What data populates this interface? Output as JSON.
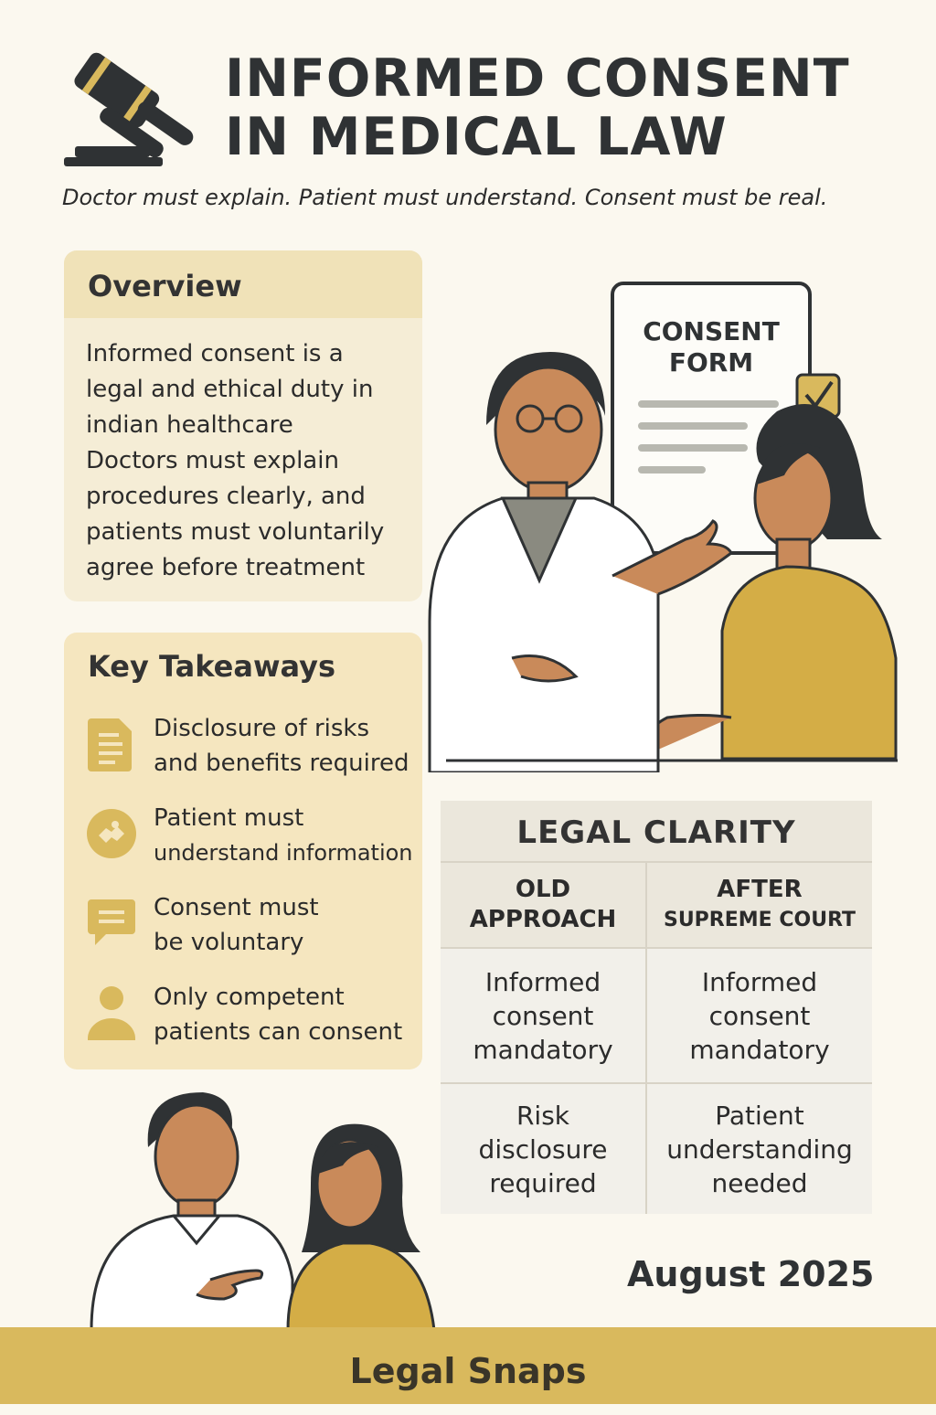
{
  "header": {
    "title_line1": "INFORMED CONSENT",
    "title_line2": "IN MEDICAL LAW",
    "tagline": "Doctor must explain. Patient must understand. Consent must be real.",
    "icon": "gavel-icon"
  },
  "overview": {
    "heading": "Overview",
    "body_lines": [
      "Informed consent is a",
      "legal and ethical duty in",
      "indian healthcare",
      "Doctors must explain",
      "procedures clearly, and",
      "patients must voluntarily",
      "agree before treatment"
    ]
  },
  "takeaways": {
    "heading": "Key Takeaways",
    "items": [
      {
        "icon": "document-icon",
        "line1": "Disclosure of risks",
        "line2": "and benefits required"
      },
      {
        "icon": "handshake-icon",
        "line1": "Patient must",
        "line2": "understand information"
      },
      {
        "icon": "speech-bubble-icon",
        "line1": "Consent must",
        "line2": "be voluntary"
      },
      {
        "icon": "person-icon",
        "line1": "Only competent",
        "line2": "patients can consent"
      }
    ]
  },
  "illustration": {
    "form_line1": "CONSENT",
    "form_line2": "FORM"
  },
  "clarity": {
    "title": "LEGAL CLARITY",
    "col1_head": [
      "OLD",
      "APPROACH"
    ],
    "col2_head": [
      "AFTER",
      "SUPREME COURT"
    ],
    "rows": [
      {
        "old": [
          "Informed",
          "consent",
          "mandatory"
        ],
        "new": [
          "Informed",
          "consent",
          "mandatory"
        ]
      },
      {
        "old": [
          "Risk",
          "disclosure",
          "required"
        ],
        "new": [
          "Patient",
          "understanding",
          "needed"
        ]
      }
    ]
  },
  "date": "August 2025",
  "footer": "Legal Snaps",
  "colors": {
    "background": "#fbf8ef",
    "accent_gold": "#d9b95d",
    "card_light": "#f5edd6",
    "card_gold": "#f5e6bf",
    "text_dark": "#2f3234"
  }
}
